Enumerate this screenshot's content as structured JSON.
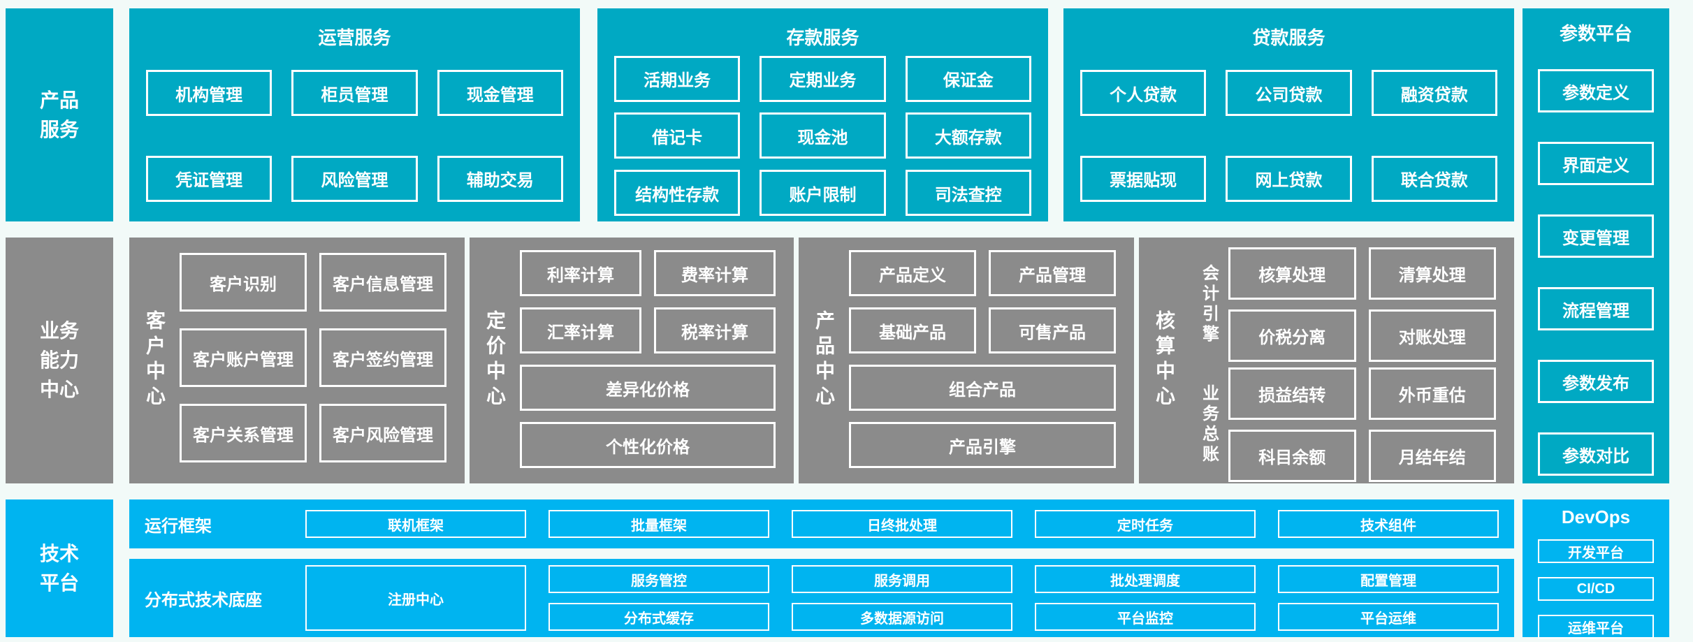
{
  "colors": {
    "teal": "#00a9c3",
    "blue": "#00b4f0",
    "gray": "#8b8b8b",
    "background": "#f2faf8",
    "box_border": "#ffffff",
    "text": "#ffffff"
  },
  "sidebar": {
    "items": [
      {
        "label": "产品服务"
      },
      {
        "label": "业务能力中心"
      },
      {
        "label": "技术平台"
      }
    ]
  },
  "services": {
    "operations": {
      "title": "运营服务",
      "boxes": [
        "机构管理",
        "柜员管理",
        "现金管理",
        "凭证管理",
        "风险管理",
        "辅助交易"
      ]
    },
    "deposit": {
      "title": "存款服务",
      "boxes": [
        "活期业务",
        "定期业务",
        "保证金",
        "借记卡",
        "现金池",
        "大额存款",
        "结构性存款",
        "账户限制",
        "司法查控"
      ]
    },
    "loan": {
      "title": "贷款服务",
      "boxes": [
        "个人贷款",
        "公司贷款",
        "融资贷款",
        "票据贴现",
        "网上贷款",
        "联合贷款"
      ]
    }
  },
  "parameter_platform": {
    "title": "参数平台",
    "boxes": [
      "参数定义",
      "界面定义",
      "变更管理",
      "流程管理",
      "参数发布",
      "参数对比"
    ]
  },
  "capability_centers": {
    "customer": {
      "label": "客户中心",
      "boxes": [
        "客户识别",
        "客户信息管理",
        "客户账户管理",
        "客户签约管理",
        "客户关系管理",
        "客户风险管理"
      ]
    },
    "pricing": {
      "label": "定价中心",
      "boxes": [
        "利率计算",
        "费率计算",
        "汇率计算",
        "税率计算"
      ],
      "wide_boxes": [
        "差异化价格",
        "个性化价格"
      ]
    },
    "product": {
      "label": "产品中心",
      "boxes": [
        "产品定义",
        "产品管理",
        "基础产品",
        "可售产品"
      ],
      "wide_boxes": [
        "组合产品",
        "产品引擎"
      ]
    },
    "accounting": {
      "label": "核算中心",
      "groups": [
        {
          "label": "会计引擎",
          "boxes": [
            "核算处理",
            "清算处理",
            "价税分离",
            "对账处理"
          ]
        },
        {
          "label": "业务总账",
          "boxes": [
            "损益结转",
            "外币重估",
            "科目余额",
            "月结年结"
          ]
        }
      ]
    }
  },
  "tech_platform": {
    "runtime": {
      "label": "运行框架",
      "boxes": [
        "联机框架",
        "批量框架",
        "日终批处理",
        "定时任务",
        "技术组件"
      ]
    },
    "distributed": {
      "label": "分布式技术底座",
      "registry_box": "注册中心",
      "boxes": [
        "服务管控",
        "分布式缓存",
        "服务调用",
        "多数据源访问",
        "批处理调度",
        "平台监控",
        "配置管理",
        "平台运维"
      ]
    }
  },
  "devops": {
    "title": "DevOps",
    "boxes": [
      "开发平台",
      "CI/CD",
      "运维平台"
    ]
  }
}
